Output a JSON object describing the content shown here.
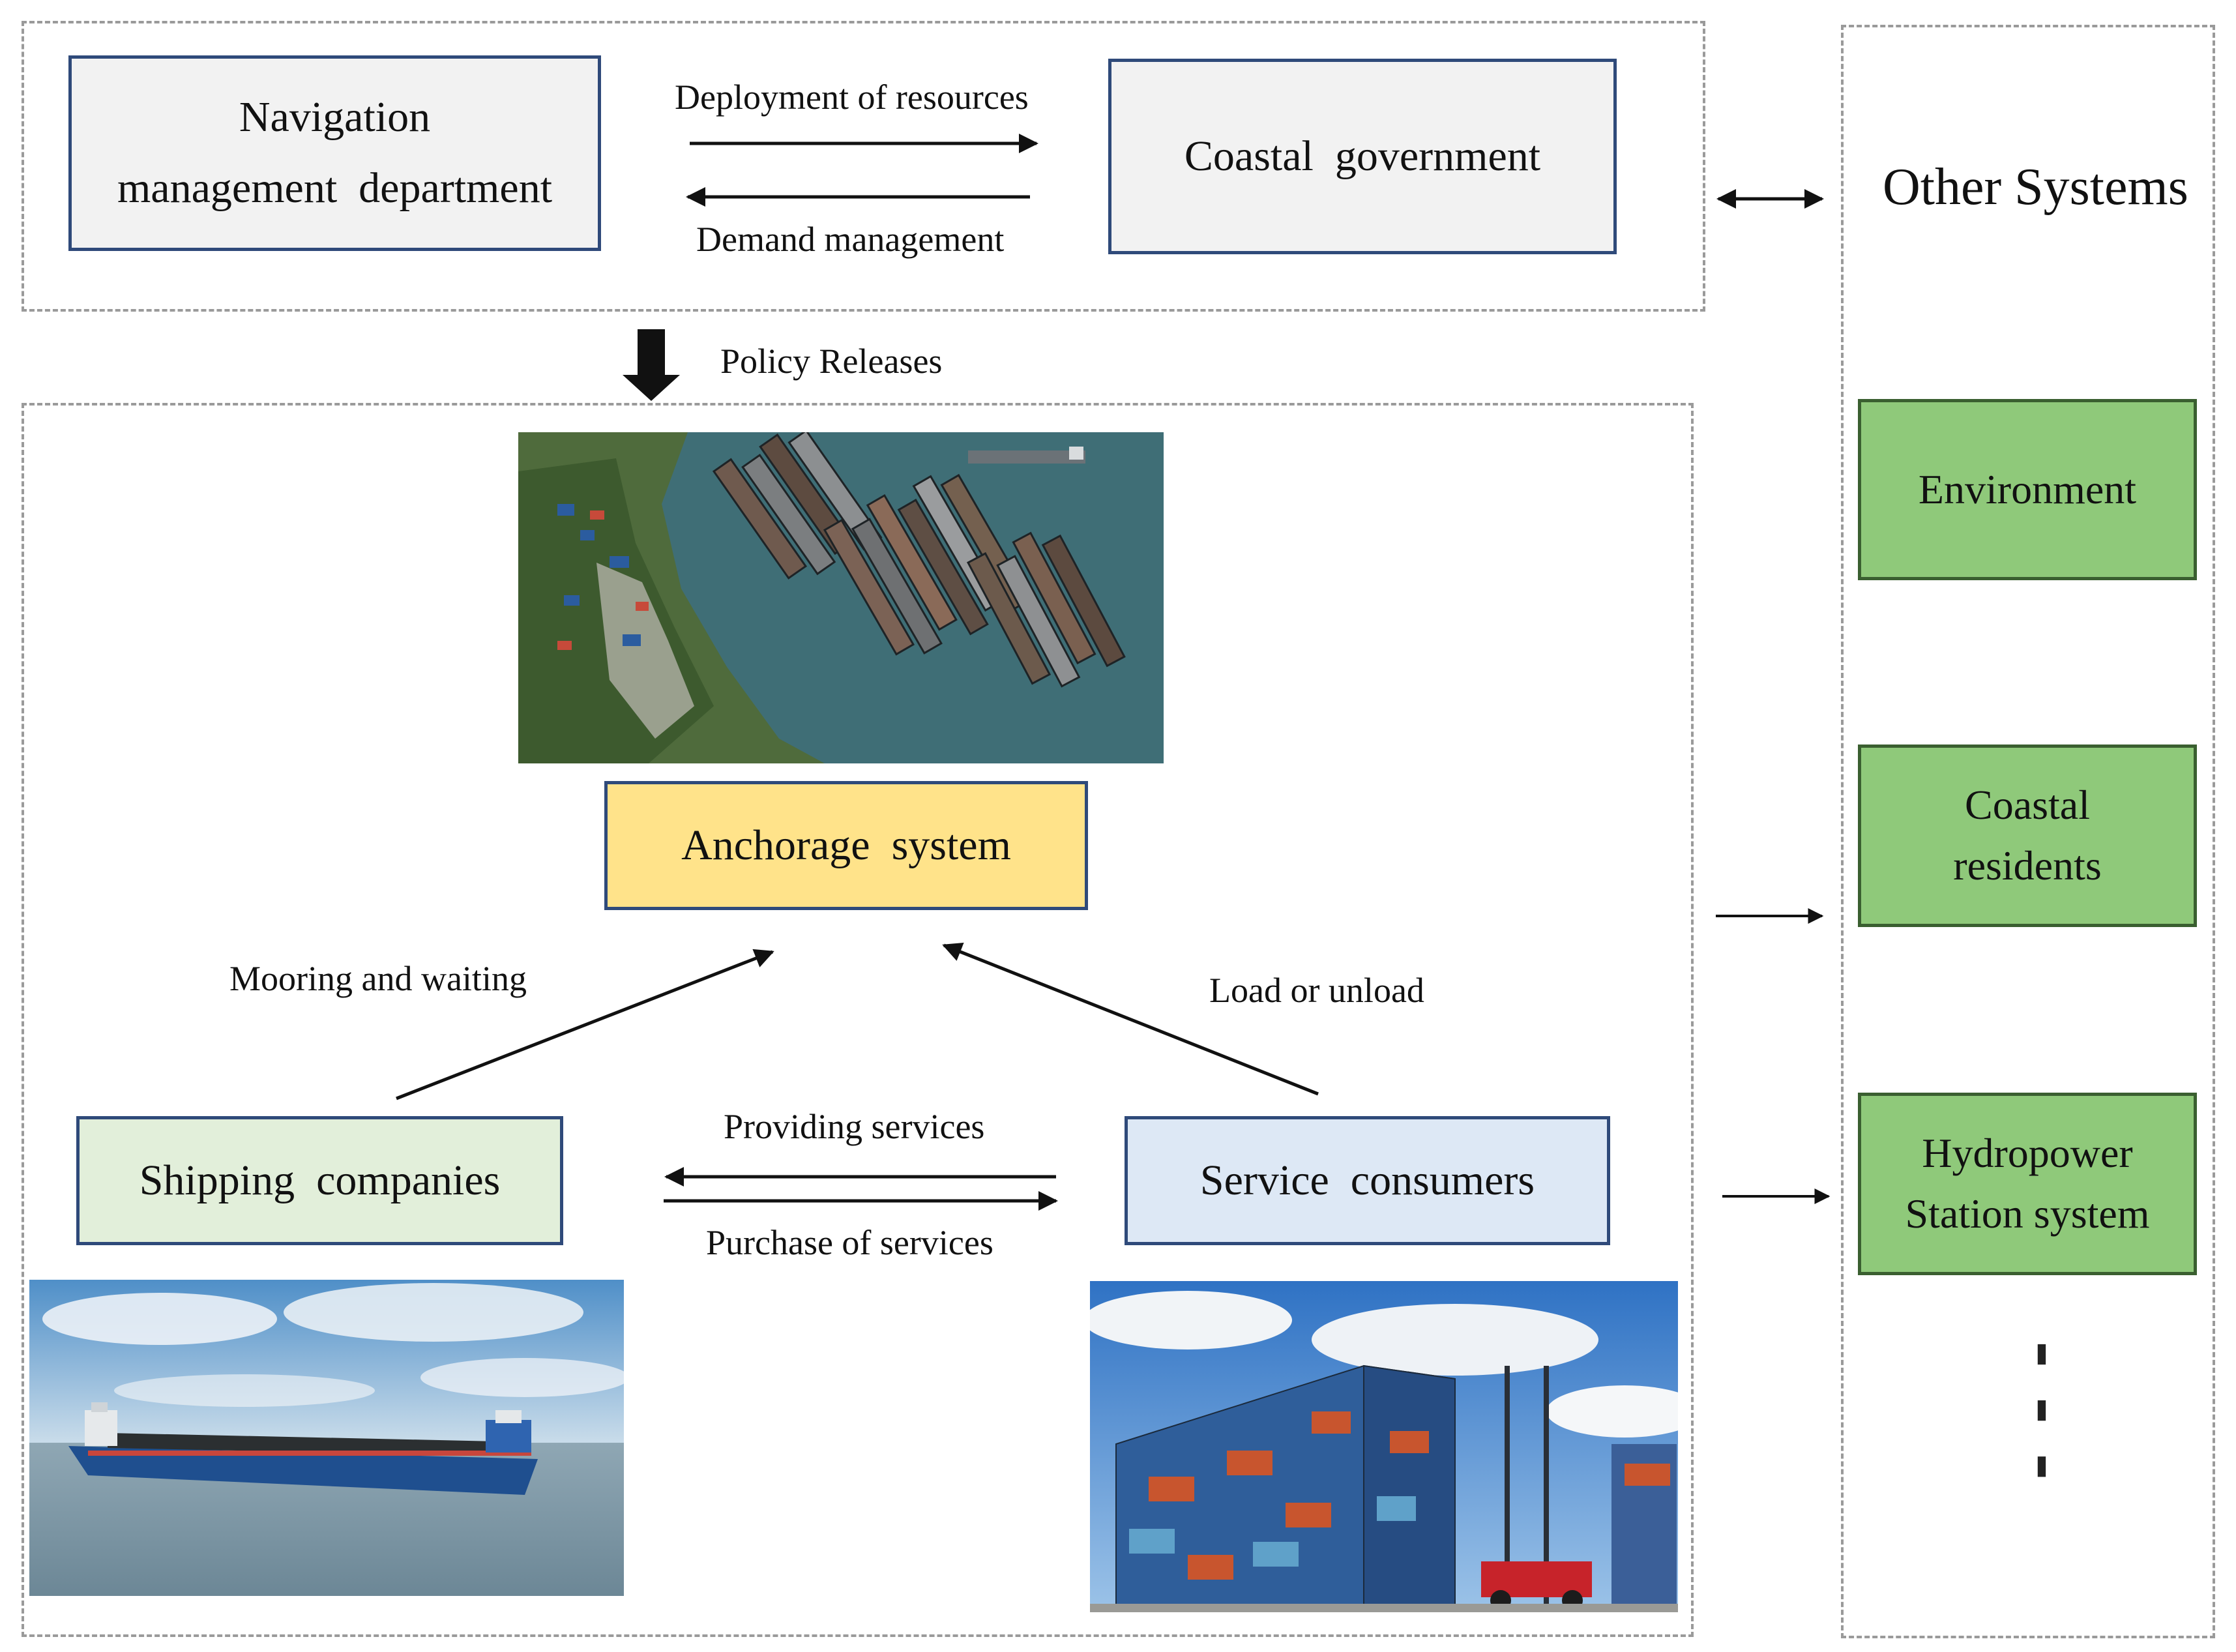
{
  "top_group": {
    "navigation_box_line1": "Navigation",
    "navigation_box_line2": "management  department",
    "coastal_government_box": "Coastal  government",
    "arrow_right_label": "Deployment of resources",
    "arrow_left_label": "Demand management"
  },
  "policy_label": "Policy Releases",
  "main_group": {
    "anchorage_box": "Anchorage  system",
    "mooring_label": "Mooring and waiting",
    "load_label": "Load or unload",
    "shipping_box": "Shipping  companies",
    "service_box": "Service  consumers",
    "providing_label": "Providing services",
    "purchase_label": "Purchase of services"
  },
  "other_systems": {
    "title": "Other Systems",
    "items": [
      {
        "line1": "Environment",
        "line2": ""
      },
      {
        "line1": "Coastal",
        "line2": "residents"
      },
      {
        "line1": "Hydropower",
        "line2": "Station system"
      }
    ],
    "ellipsis": "⋮"
  },
  "colors": {
    "gray_box": "#f2f2f2",
    "anchorage_yellow": "#ffe38a",
    "shipping_green": "#e2efda",
    "service_blue": "#dde8f5",
    "side_green": "#8fc97a",
    "box_border": "#2f4a7a",
    "dashed_border": "#9a9a9a"
  },
  "images": [
    "harbor-aerial-photo",
    "cargo-ship-photo",
    "container-yard-photo"
  ]
}
